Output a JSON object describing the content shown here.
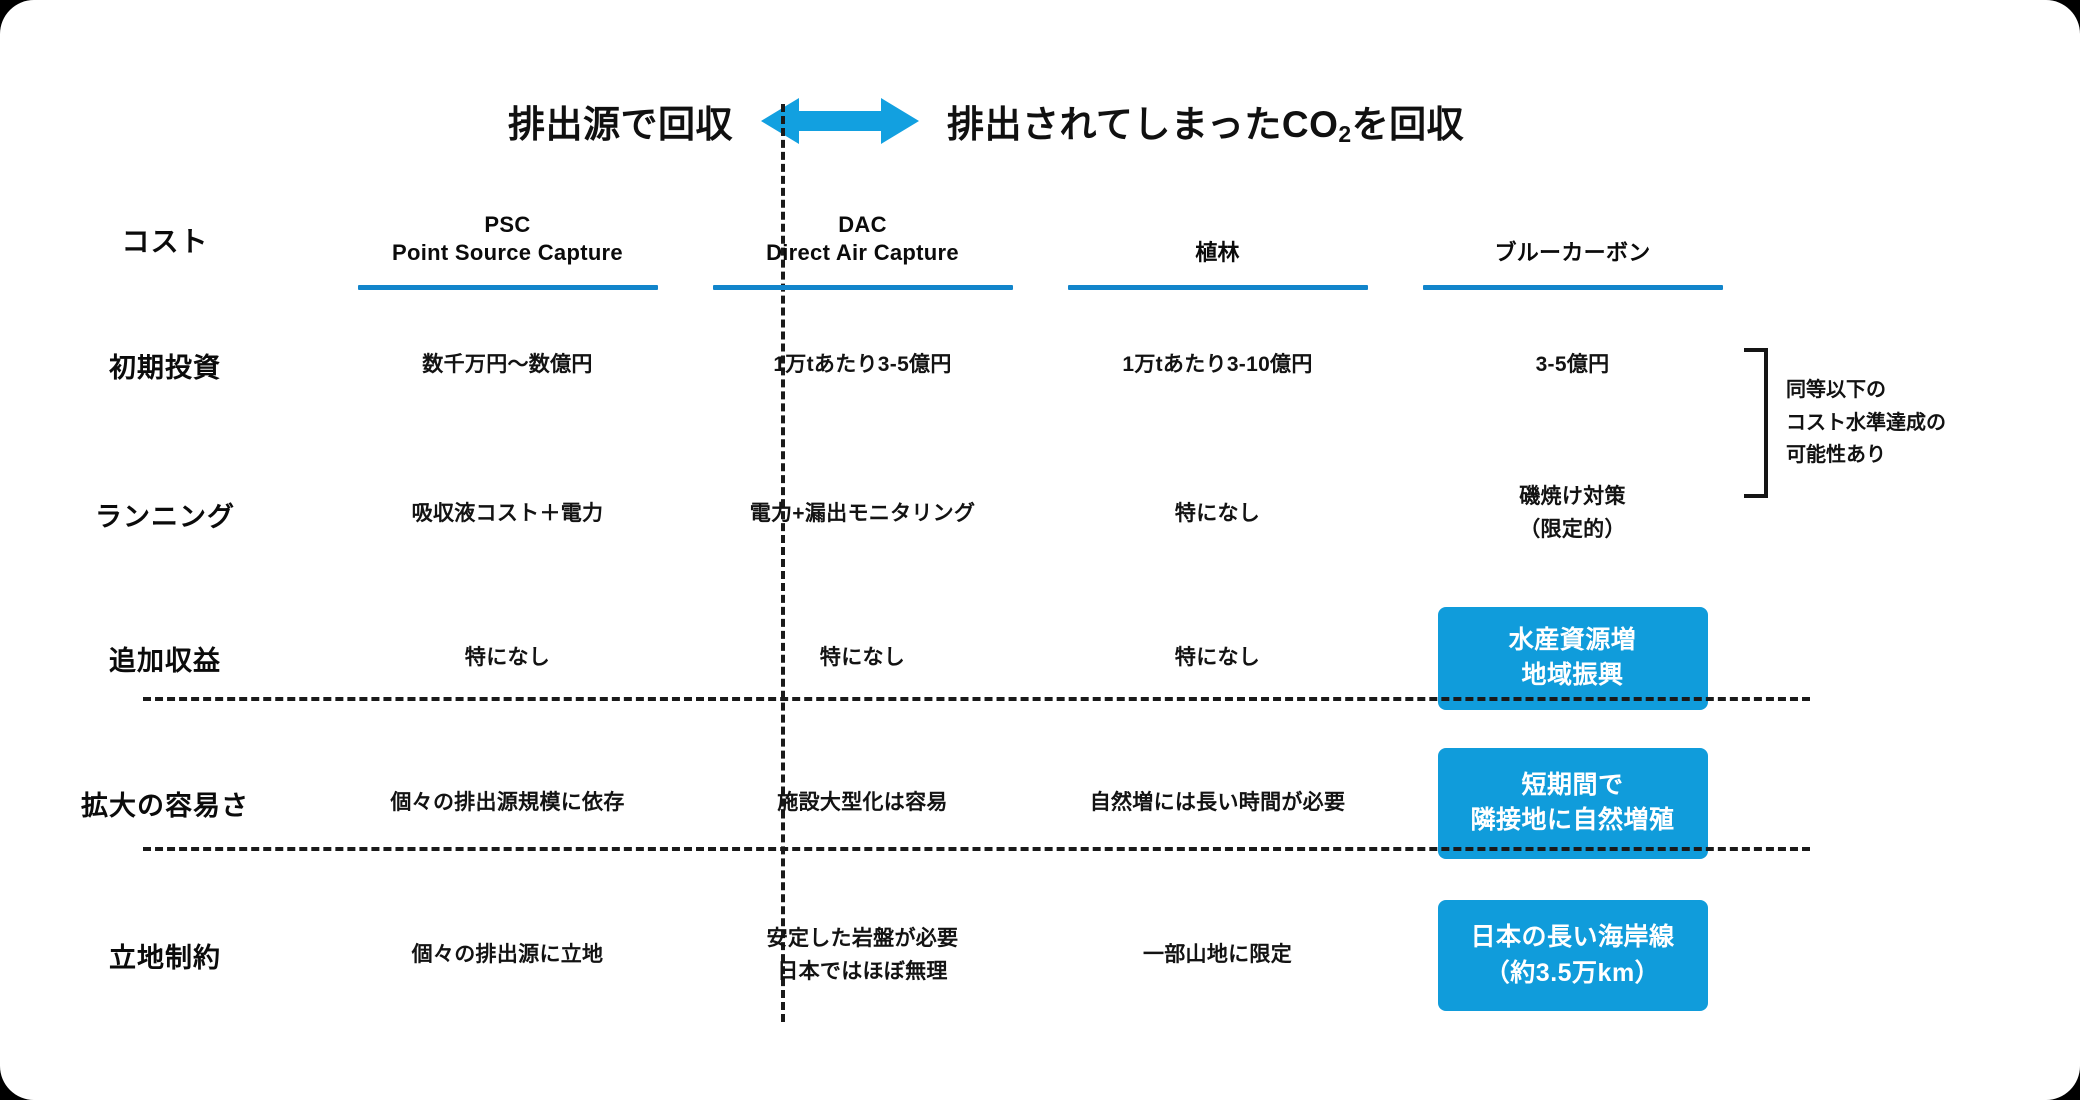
{
  "banner": {
    "left_label": "排出源で回収",
    "right_label_main": "排出されてしまったCO",
    "right_label_sub": "2",
    "right_label_tail": "を回収",
    "arrow_icon": "double-arrow-icon",
    "arrow_color": "#12a0e0"
  },
  "theme": {
    "accent_blue": "#109cdb",
    "rule_blue": "#1285cb",
    "text_black": "#111111",
    "page_background": "#ffffff",
    "outer_background": "#000000"
  },
  "table": {
    "corner_label": "コスト",
    "columns": [
      {
        "abbr": "PSC",
        "full": "Point Source Capture"
      },
      {
        "abbr": "DAC",
        "full": "Direct Air Capture"
      },
      {
        "abbr": "",
        "full": "植林"
      },
      {
        "abbr": "",
        "full": "ブルーカーボン"
      }
    ],
    "rows": [
      {
        "label": "初期投資",
        "cells": [
          {
            "text": "数千万円〜数億円",
            "highlight": false
          },
          {
            "text": "1万tあたり3-5億円",
            "highlight": false
          },
          {
            "text": "1万tあたり3-10億円",
            "highlight": false
          },
          {
            "text": "3-5億円",
            "highlight": false
          }
        ]
      },
      {
        "label": "ランニング",
        "cells": [
          {
            "text": "吸収液コスト＋電力",
            "highlight": false
          },
          {
            "text": "電力+漏出モニタリング",
            "highlight": false
          },
          {
            "text": "特になし",
            "highlight": false
          },
          {
            "line1": "磯焼け対策",
            "line2": "（限定的）",
            "highlight": false
          }
        ]
      },
      {
        "label": "追加収益",
        "cells": [
          {
            "text": "特になし",
            "highlight": false
          },
          {
            "text": "特になし",
            "highlight": false
          },
          {
            "text": "特になし",
            "highlight": false
          },
          {
            "line1": "水産資源増",
            "line2": "地域振興",
            "highlight": true
          }
        ]
      },
      {
        "label": "拡大の容易さ",
        "cells": [
          {
            "text": "個々の排出源規模に依存",
            "highlight": false
          },
          {
            "text": "施設大型化は容易",
            "highlight": false
          },
          {
            "text": "自然増には長い時間が必要",
            "highlight": false
          },
          {
            "line1": "短期間で",
            "line2": "隣接地に自然増殖",
            "highlight": true
          }
        ]
      },
      {
        "label": "立地制約",
        "cells": [
          {
            "text": "個々の排出源に立地",
            "highlight": false
          },
          {
            "line1": "安定した岩盤が必要",
            "line2": "日本ではほぼ無理",
            "highlight": false
          },
          {
            "text": "一部山地に限定",
            "highlight": false
          },
          {
            "line1": "日本の長い海岸線",
            "line2": "（約3.5万km）",
            "highlight": true
          }
        ]
      }
    ]
  },
  "annotation": {
    "line1": "同等以下の",
    "line2": "コスト水準達成の",
    "line3": "可能性あり"
  }
}
